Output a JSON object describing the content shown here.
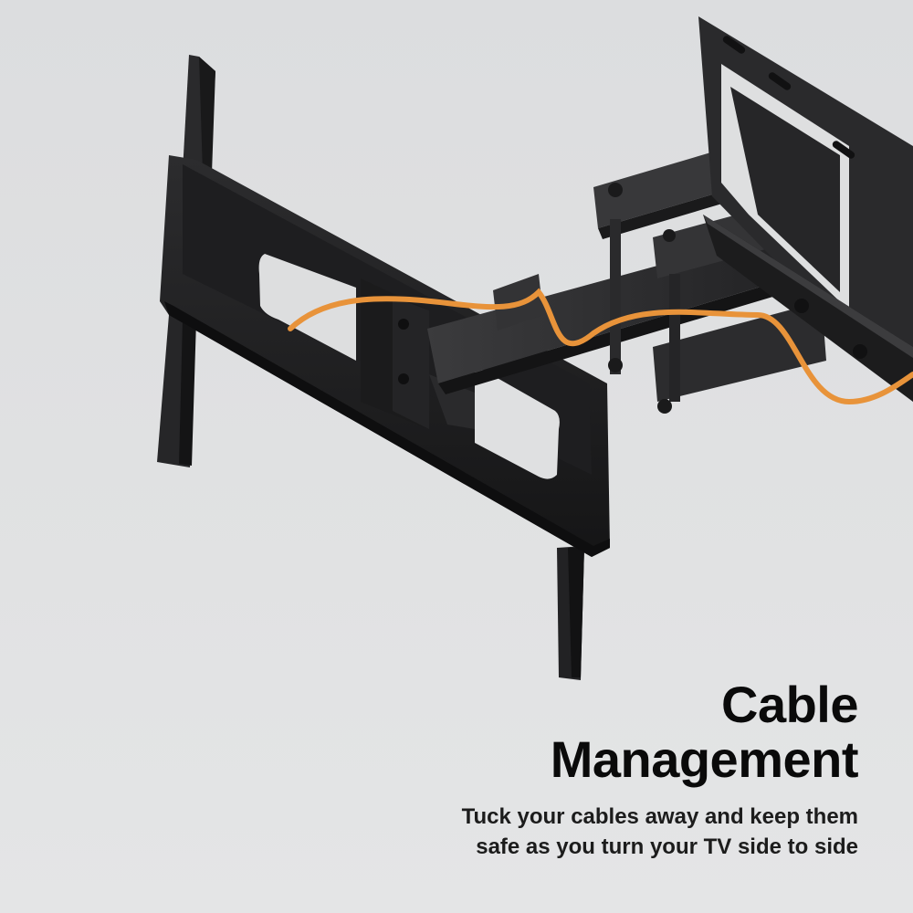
{
  "product_image": {
    "subject": "full-motion-tv-wall-mount",
    "colors": {
      "background_top": "#dcdddf",
      "background_bottom": "#e4e5e6",
      "mount_metal": "#1f1f20",
      "mount_highlight": "#3a3a3c",
      "cable": "#e8933a",
      "text": "#0a0a0a"
    }
  },
  "caption": {
    "headline_line1": "Cable",
    "headline_line2": "Management",
    "subtext_line1": "Tuck your cables away and keep them",
    "subtext_line2": "safe as you turn your TV side to side"
  }
}
